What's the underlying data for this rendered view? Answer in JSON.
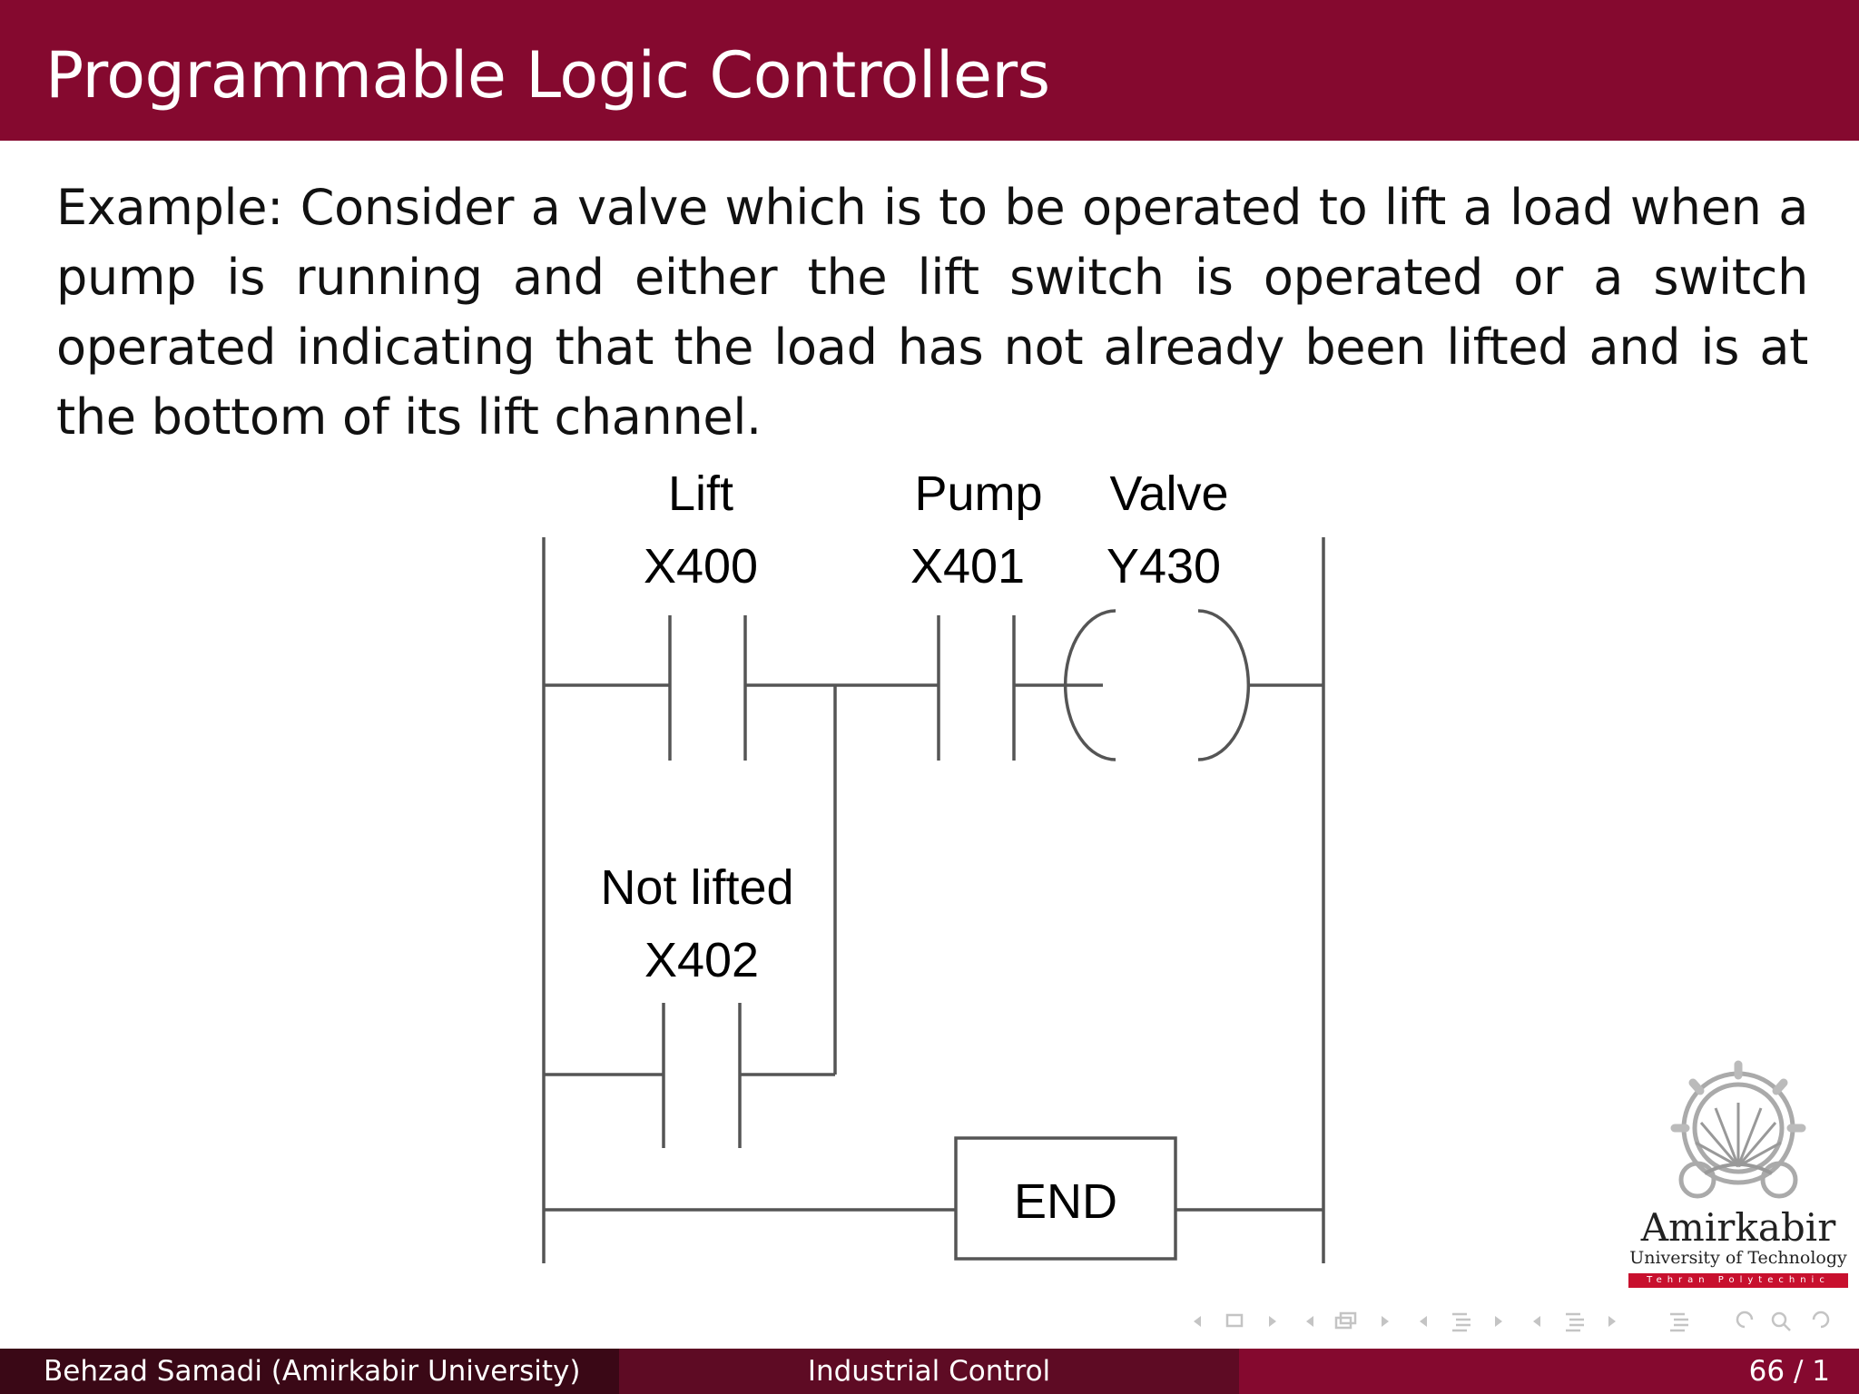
{
  "slide": {
    "title": "Programmable Logic Controllers",
    "body": "Example: Consider a valve which is to be operated to lift a load when a pump is running and either the lift switch is operated or a switch operated indicating that the load has not already been lifted and is at the bottom of its lift channel."
  },
  "diagram": {
    "contacts": {
      "lift": {
        "name": "Lift",
        "address": "X400"
      },
      "pump": {
        "name": "Pump",
        "address": "X401"
      },
      "not_lifted": {
        "name": "Not lifted",
        "address": "X402"
      }
    },
    "coil": {
      "name": "Valve",
      "address": "Y430"
    },
    "end_label": "END"
  },
  "logo": {
    "name": "Amirkabir",
    "subtitle": "University of Technology",
    "band": "Tehran Polytechnic",
    "band_color": "#c8102e"
  },
  "footer": {
    "author": "Behzad Samadi  (Amirkabir University)",
    "course": "Industrial Control",
    "page": "66 / 1"
  },
  "theme": {
    "accent": "#85092f",
    "footer_dark": "#3a0816",
    "footer_mid": "#5e0b24"
  }
}
